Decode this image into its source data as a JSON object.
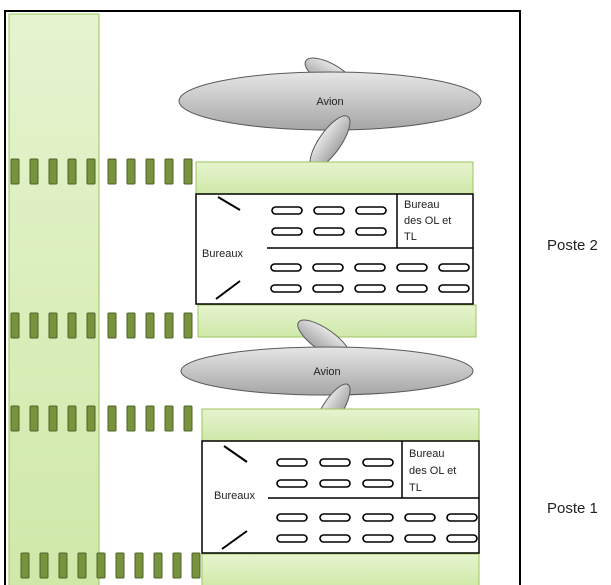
{
  "stations": [
    {
      "name": "Poste 2",
      "plane": "Avion",
      "offices": "Bureaux",
      "office_ol_tl": [
        "Bureau",
        "des OL et",
        "TL"
      ]
    },
    {
      "name": "Poste 1",
      "plane": "Avion",
      "offices": "Bureaux",
      "office_ol_tl": [
        "Bureau",
        "des OL et",
        "TL"
      ]
    }
  ],
  "colors": {
    "green_fill": "#d7edb4",
    "green_border": "#9cc65d",
    "post_fill": "#77933c",
    "post_border": "#4f6228",
    "plane_fill": "#bfbfbf",
    "plane_border": "#595959",
    "outline": "#000000"
  }
}
